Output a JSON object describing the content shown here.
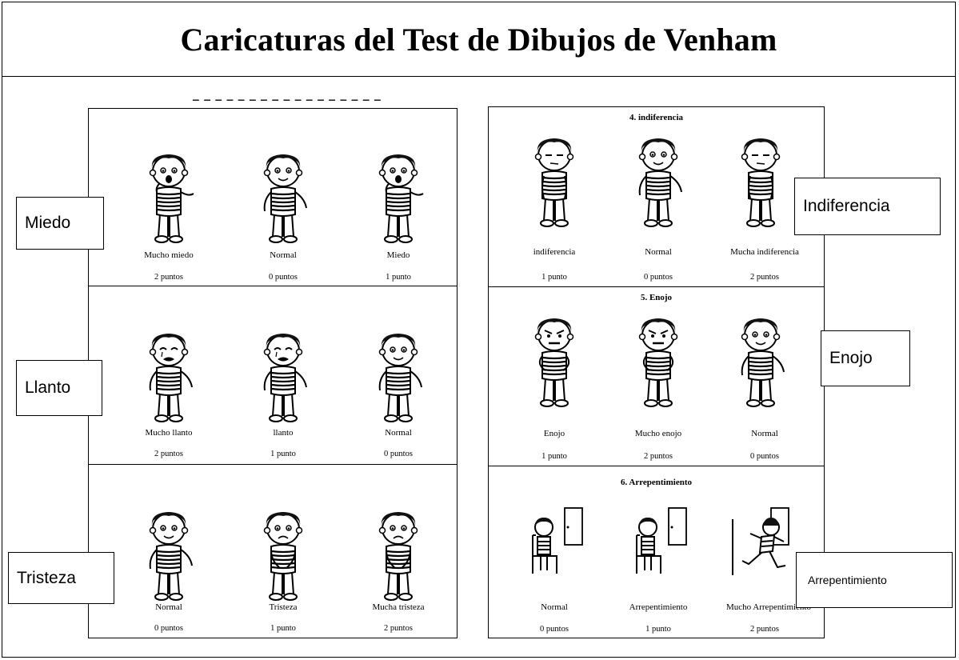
{
  "page_title": "Caricaturas del Test de Dibujos de Venham",
  "left_panel": {
    "sections": [
      {
        "label": "Miedo",
        "figures": [
          {
            "caption": "Mucho miedo",
            "points": "2 puntos",
            "expression": "fear-strong"
          },
          {
            "caption": "Normal",
            "points": "0 puntos",
            "expression": "neutral"
          },
          {
            "caption": "Miedo",
            "points": "1 punto",
            "expression": "fear"
          }
        ]
      },
      {
        "label": "Llanto",
        "figures": [
          {
            "caption": "Mucho llanto",
            "points": "2 puntos",
            "expression": "cry-strong"
          },
          {
            "caption": "llanto",
            "points": "1 punto",
            "expression": "cry"
          },
          {
            "caption": "Normal",
            "points": "0 puntos",
            "expression": "neutral"
          }
        ]
      },
      {
        "label": "Tristeza",
        "figures": [
          {
            "caption": "Normal",
            "points": "0 puntos",
            "expression": "neutral"
          },
          {
            "caption": "Tristeza",
            "points": "1 punto",
            "expression": "sad"
          },
          {
            "caption": "Mucha tristeza",
            "points": "2 puntos",
            "expression": "sad-strong"
          }
        ]
      }
    ]
  },
  "right_panel": {
    "sections": [
      {
        "title": "4. indiferencia",
        "label": "Indiferencia",
        "figures": [
          {
            "caption": "indiferencia",
            "points": "1 punto",
            "expression": "indifferent"
          },
          {
            "caption": "Normal",
            "points": "0 puntos",
            "expression": "neutral"
          },
          {
            "caption": "Mucha indiferencia",
            "points": "2 puntos",
            "expression": "indifferent-strong"
          }
        ]
      },
      {
        "title": "5. Enojo",
        "label": "Enojo",
        "figures": [
          {
            "caption": "Enojo",
            "points": "1 punto",
            "expression": "angry"
          },
          {
            "caption": "Mucho enojo",
            "points": "2 puntos",
            "expression": "angry-strong"
          },
          {
            "caption": "Normal",
            "points": "0 puntos",
            "expression": "neutral"
          }
        ]
      },
      {
        "title": "6. Arrepentimiento",
        "label": "Arrepentimiento",
        "figures": [
          {
            "caption": "Normal",
            "points": "0 puntos",
            "expression": "seated"
          },
          {
            "caption": "Arrepentimiento",
            "points": "1 punto",
            "expression": "seated-back"
          },
          {
            "caption": "Mucho Arrepentimiento",
            "points": "2 puntos",
            "expression": "running"
          }
        ]
      }
    ]
  }
}
